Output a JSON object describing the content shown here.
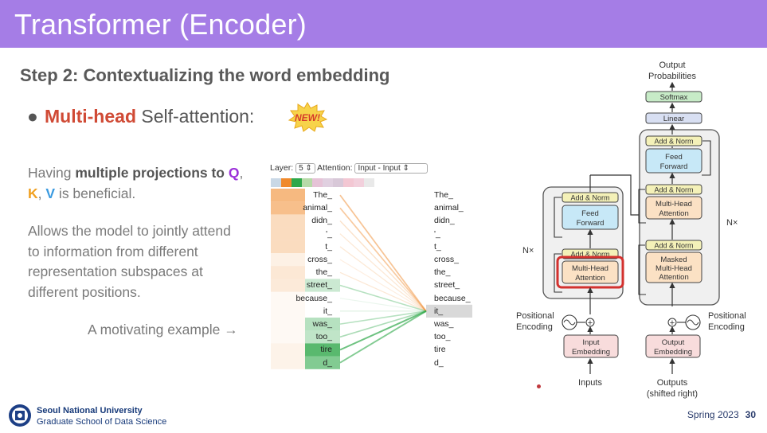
{
  "title": "Transformer (Encoder)",
  "subtitle": "Step 2: Contextualizing the word embedding",
  "bullet": {
    "highlight": "Multi-head",
    "rest": " Self-attention:",
    "badge": "NEW!"
  },
  "para1": {
    "t1": "Having ",
    "bold": "multiple projections to ",
    "q": "Q",
    "c1": ",",
    "k": "K",
    "c2": ", ",
    "v": "V",
    "t2": " is beneficial."
  },
  "para2": [
    "Allows the model to jointly attend",
    "to information from different",
    "representation subspaces at",
    "different positions."
  ],
  "example": "A motivating example →",
  "viz": {
    "layer_label": "Layer:",
    "layer_value": "5 ⇕",
    "attention_label": "Attention:",
    "attention_value": "Input - Input ⇕",
    "left_tokens": [
      "The_",
      "animal_",
      "didn_",
      "'_",
      "t_",
      "cross_",
      "the_",
      "street_",
      "because_",
      "it_",
      "was_",
      "too_",
      "tire",
      "d_"
    ],
    "right_tokens": [
      "The_",
      "animal_",
      "didn_",
      "'_",
      "t_",
      "cross_",
      "the_",
      "street_",
      "because_",
      "it_",
      "was_",
      "too_",
      "tire",
      "d_"
    ],
    "selected_token": "it_",
    "swatch_colors": [
      "#c9d8e6",
      "#f08a2c",
      "#2fa84a",
      "#b7daa8",
      "#e6c3d7",
      "#e0d0e0",
      "#d8c8d8",
      "#f3c7d3",
      "#f2d0dc",
      "#e9e9e9"
    ]
  },
  "arch": {
    "output_probabilities": [
      "Output",
      "Probabilities"
    ],
    "softmax": "Softmax",
    "linear": "Linear",
    "add_norm": "Add & Norm",
    "feed_forward": [
      "Feed",
      "Forward"
    ],
    "multi_head_attention": [
      "Multi-Head",
      "Attention"
    ],
    "masked_mha": [
      "Masked",
      "Multi-Head",
      "Attention"
    ],
    "nx": "N×",
    "positional_encoding": [
      "Positional",
      "Encoding"
    ],
    "input_embedding": [
      "Input",
      "Embedding"
    ],
    "output_embedding": [
      "Output",
      "Embedding"
    ],
    "inputs": "Inputs",
    "outputs": [
      "Outputs",
      "(shifted right)"
    ]
  },
  "footer": {
    "university": "Seoul National University",
    "school": "Graduate School of Data Science",
    "term": "Spring 2023",
    "page": "30"
  },
  "colors": {
    "title_bar": "#a57de6",
    "highlight": "#d04a35",
    "q": "#9b30d9",
    "k": "#f0a020",
    "v": "#3a9ae0"
  }
}
